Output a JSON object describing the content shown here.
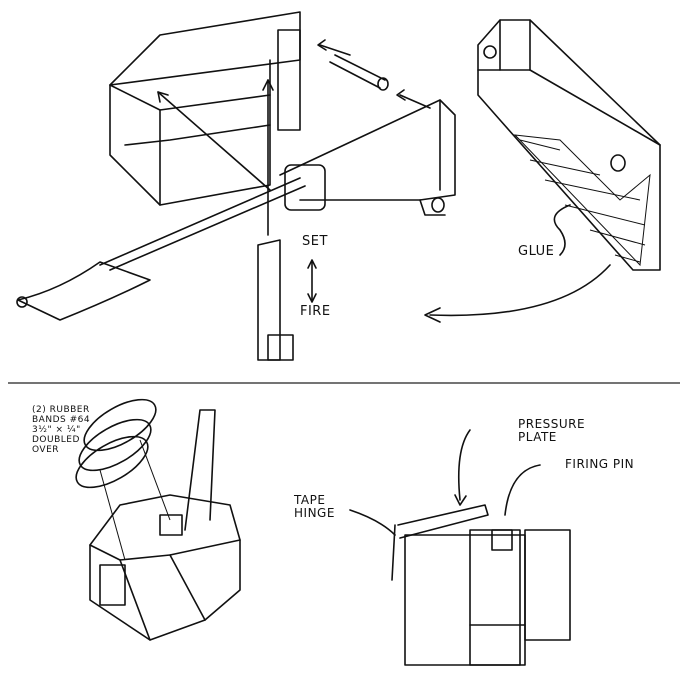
{
  "top_labels": {
    "set": "SET",
    "fire": "FIRE",
    "glue": "GLUE"
  },
  "bottom_labels": {
    "rubber_bands": [
      "(2) RUBBER",
      "BANDS #64",
      "3½\" × ¼\"",
      "DOUBLED",
      "OVER"
    ],
    "pressure_plate": [
      "PRESSURE",
      "PLATE"
    ],
    "firing_pin": "FIRING PIN",
    "tape_hinge": [
      "TAPE",
      "HINGE"
    ]
  }
}
